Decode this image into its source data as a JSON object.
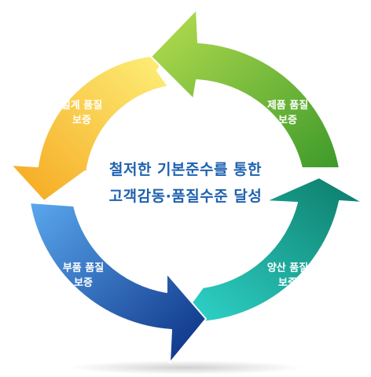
{
  "center": {
    "line1": "철저한 기본준수를 통한",
    "line2": "고객감동·품질수준 달성"
  },
  "segments": [
    {
      "id": "design",
      "line1": "설계 품질",
      "line2": "보증"
    },
    {
      "id": "product",
      "line1": "제품 품질",
      "line2": "보증"
    },
    {
      "id": "production",
      "line1": "양산 품질",
      "line2": "보증"
    },
    {
      "id": "parts",
      "line1": "부품 품질",
      "line2": "보증"
    }
  ],
  "colors": {
    "design_light": "#fdf07a",
    "design_dark": "#f5a71e",
    "product_light": "#b8de50",
    "product_dark": "#3d9a2a",
    "production_light": "#2fd3c9",
    "production_dark": "#0c7a68",
    "parts_light": "#5aa8ee",
    "parts_dark": "#0a2e82",
    "center_text": "#1f62b0"
  }
}
